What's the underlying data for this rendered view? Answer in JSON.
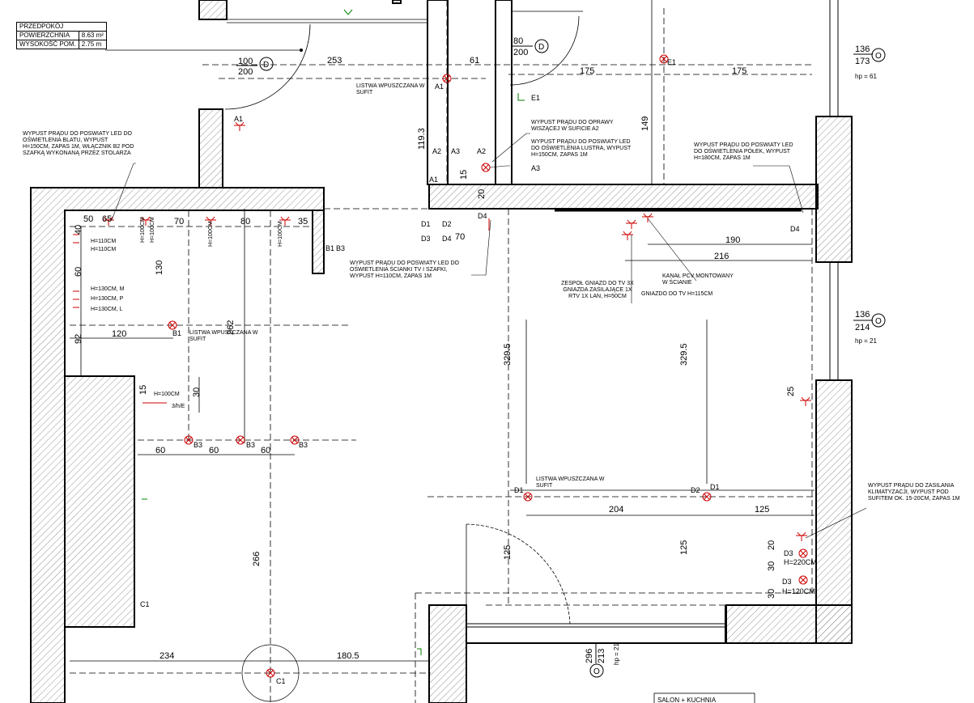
{
  "room_info": {
    "name": "PRZEDPOKÓJ",
    "area_label": "POWIERZCHNIA",
    "area_value": "8.63 m²",
    "height_label": "WYSOKOŚĆ POM.",
    "height_value": "2.75 m"
  },
  "room_label": "SALON + KUCHNIA",
  "door_tags": [
    {
      "top": "100",
      "bottom": "200",
      "letter": "D"
    },
    {
      "top": "80",
      "bottom": "200",
      "letter": "D"
    }
  ],
  "window_tags": [
    {
      "top": "136",
      "bottom": "173",
      "letter": "O",
      "note": "hp = 61"
    },
    {
      "top": "136",
      "bottom": "214",
      "letter": "O",
      "note": "hp = 21"
    },
    {
      "top": "296",
      "bottom": "213",
      "letter": "O",
      "note": "hp = 21"
    }
  ],
  "dimensions": [
    "253",
    "61",
    "175",
    "175",
    "119.3",
    "149",
    "15",
    "20",
    "50",
    "65",
    "70",
    "80",
    "35",
    "40",
    "60",
    "130",
    "92",
    "120",
    "262",
    "70",
    "190",
    "216",
    "329.5",
    "329.5",
    "15",
    "30",
    "60",
    "60",
    "60",
    "25",
    "204",
    "125",
    "125",
    "125",
    "20",
    "30",
    "30",
    "266",
    "234",
    "180.5"
  ],
  "notes": [
    "WYPUST PRĄDU DO POŚWIATY LED DO OŚWIETLENIA BLATU, WYPUST H=150CM, ZAPAS 1M, WŁĄCZNIK B2 POD SZAFKĄ WYKONANĄ PRZEZ STOLARZA",
    "LISTWA WPUSZCZANA W SUFIT",
    "WYPUST PRĄDU DO OPRAWY WISZĄCEJ W SUFICIE A2",
    "WYPUST PRĄDU DO POŚWIATY LED DO OŚWIETLENIA LUSTRA, WYPUST H=150CM, ZAPAS 1M",
    "WYPUST PRĄDU DO POŚWIATY LED DO OŚWIETLENIA PÓŁEK, WYPUST H=180CM, ZAPAS 1M",
    "WYPUST PRĄDU DO POŚWIATY LED DO OŚWIETLENIA ŚCIANKI TV I SZAFKI, WYPUST H=110CM, ZAPAS 1M",
    "ZESPÓŁ GNIAZD DO TV 3X GNIAZDA ZASILAJĄCE 1X RTV 1X LAN, H=50CM",
    "KANAŁ PCV MONTOWANY W ŚCIANIE",
    "GNIAZDO DO TV H=115CM",
    "LISTWA WPUSZCZANA W SUFIT",
    "LISTWA WPUSZCZANA W SUFIT",
    "WYPUST PRĄDU DO ZASILANIA KLIMATYZACJI, WYPUST POD SUFITEM OK. 15-20CM, ZAPAS 1M"
  ],
  "fixture_labels": [
    "A1",
    "A1",
    "A1",
    "A2",
    "A3",
    "A2",
    "A3",
    "E1",
    "E1",
    "B1",
    "B3",
    "B1",
    "B3",
    "B3",
    "B3",
    "D1",
    "D2",
    "D3",
    "D4",
    "D4",
    "D4",
    "D1",
    "D2",
    "D1",
    "C1",
    "C1",
    "D3",
    "D3"
  ],
  "height_labels": [
    "H=110CM",
    "H=110CM",
    "H=130CM, M",
    "H=130CM, P",
    "H=130CM, L",
    "H=100CM",
    "H=100CM",
    "H=100CM",
    "H=100CM",
    "H=220CM",
    "H=120CM",
    "H=100CM",
    "3/h/E"
  ],
  "colors": {
    "wall_outline": "#000000",
    "symbols": "#cc0000",
    "switch": "#008000"
  }
}
